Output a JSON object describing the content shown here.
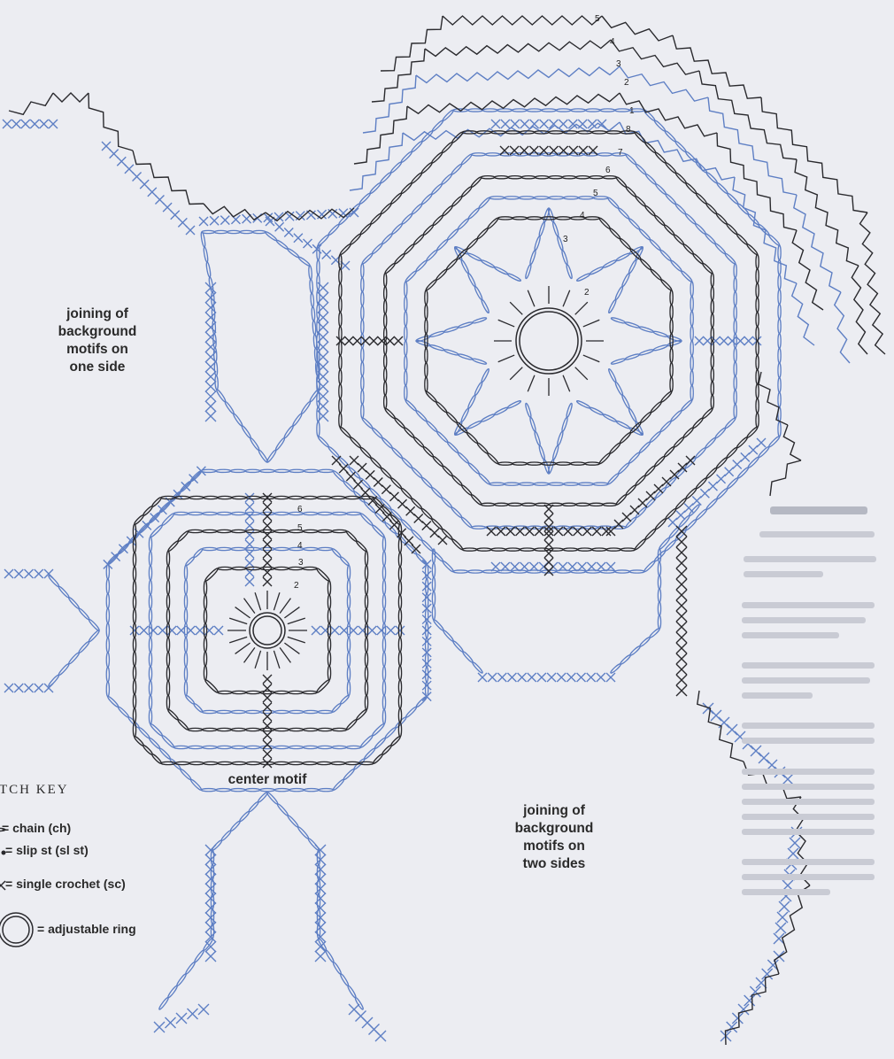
{
  "labels": {
    "one_side": [
      "joining of",
      "background",
      "motifs on",
      "one side"
    ],
    "two_sides": [
      "joining of",
      "background",
      "motifs on",
      "two sides"
    ],
    "center_motif": "center motif"
  },
  "stitch_key": {
    "title": "ITCH KEY",
    "chain": "= chain (ch)",
    "slip": "= slip st (sl st)",
    "single": "= single crochet (sc)",
    "ring": "= adjustable ring"
  },
  "row_numbers_large": [
    "5",
    "4",
    "3",
    "2",
    "1",
    "8",
    "7",
    "6",
    "5",
    "4",
    "3",
    "2"
  ],
  "row_numbers_small": [
    "6",
    "5",
    "4",
    "3",
    "2"
  ],
  "colors": {
    "blue": "#5e7fc4",
    "black": "#2a2a2e",
    "background": "#ecedf2"
  }
}
